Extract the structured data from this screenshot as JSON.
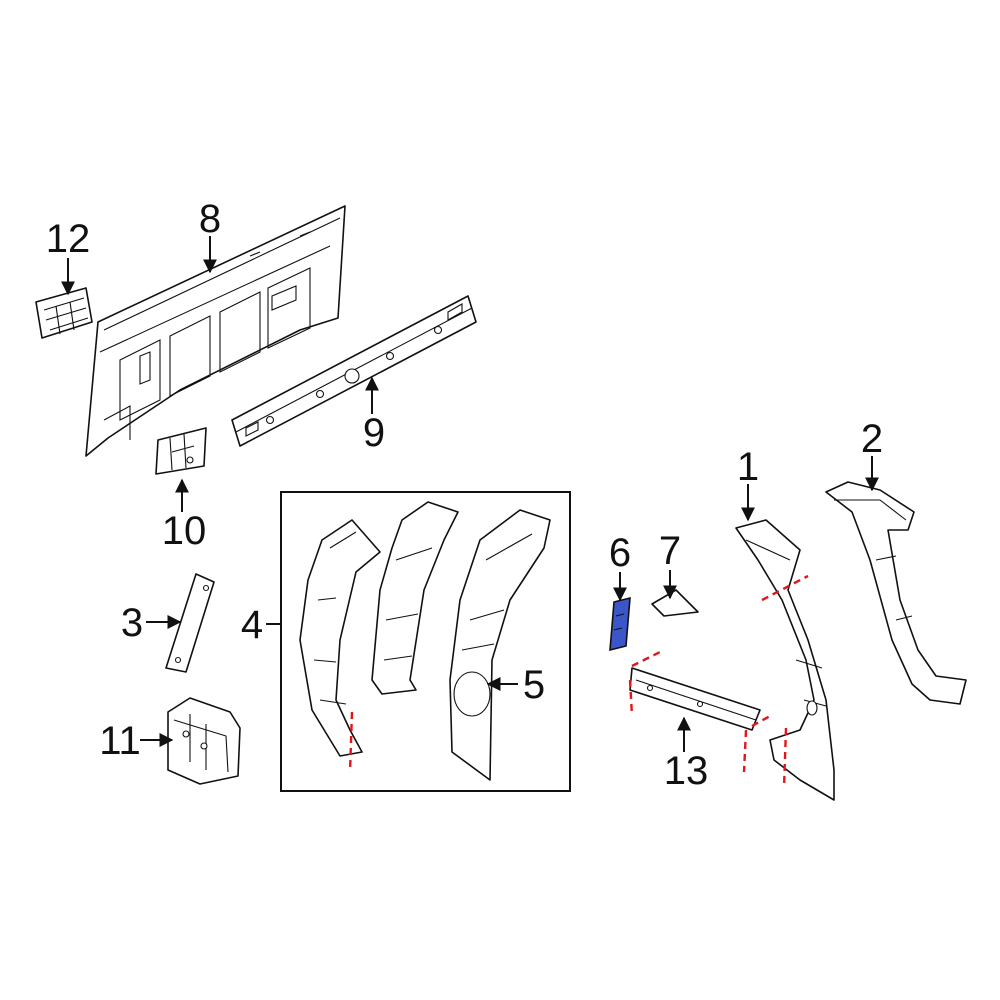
{
  "diagram": {
    "colors": {
      "line": "#111111",
      "cut_line": "#e0161b",
      "highlight_part": "#3a56c8",
      "background": "#ffffff"
    },
    "callouts": [
      {
        "id": "c1",
        "label": "1"
      },
      {
        "id": "c2",
        "label": "2"
      },
      {
        "id": "c3",
        "label": "3"
      },
      {
        "id": "c4",
        "label": "4"
      },
      {
        "id": "c5",
        "label": "5"
      },
      {
        "id": "c6",
        "label": "6"
      },
      {
        "id": "c7",
        "label": "7"
      },
      {
        "id": "c8",
        "label": "8"
      },
      {
        "id": "c9",
        "label": "9"
      },
      {
        "id": "c10",
        "label": "10"
      },
      {
        "id": "c11",
        "label": "11"
      },
      {
        "id": "c12",
        "label": "12"
      },
      {
        "id": "c13",
        "label": "13"
      }
    ],
    "highlighted_part": "6"
  }
}
